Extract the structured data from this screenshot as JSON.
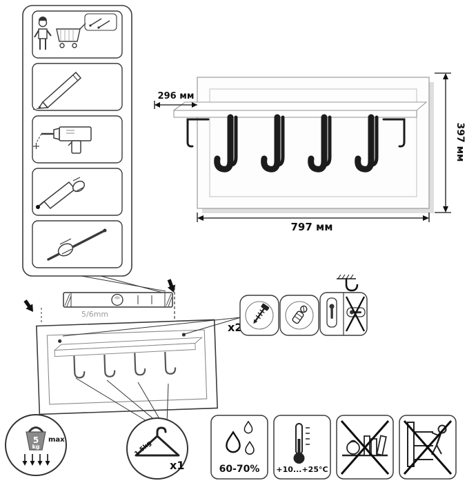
{
  "product": {
    "dim_depth": "296 мм",
    "dim_height": "397 мм",
    "dim_width": "797 мм"
  },
  "install": {
    "level_mark": "5/6mm",
    "fastener_qty": "x2"
  },
  "load": {
    "max_weight_value": "5",
    "max_weight_unit": "kg",
    "max_label": "max",
    "hanger_weight": "1.5kg",
    "hanger_qty": "x1"
  },
  "conditions": {
    "humidity": "60-70%",
    "temperature": "+10...+25°C"
  },
  "colors": {
    "line": "#1a1a1a",
    "panel_fill": "#ffffff",
    "shadow": "#dedede",
    "muted": "#9a9a9a"
  },
  "icons": {
    "tools": [
      "buy-parts-icon",
      "pencil-mark-icon",
      "drill-icon",
      "sealant-icon",
      "dowel-rod-icon"
    ],
    "details": [
      "screw-detail-icon",
      "dowel-detail-icon",
      "keyhole-bracket-icon",
      "wall-hook-icon"
    ],
    "care": [
      "humidity-icon",
      "temperature-icon",
      "no-heavy-load-icon",
      "no-climbing-icon"
    ],
    "limits": [
      "max-weight-icon",
      "hanger-weight-icon"
    ]
  }
}
